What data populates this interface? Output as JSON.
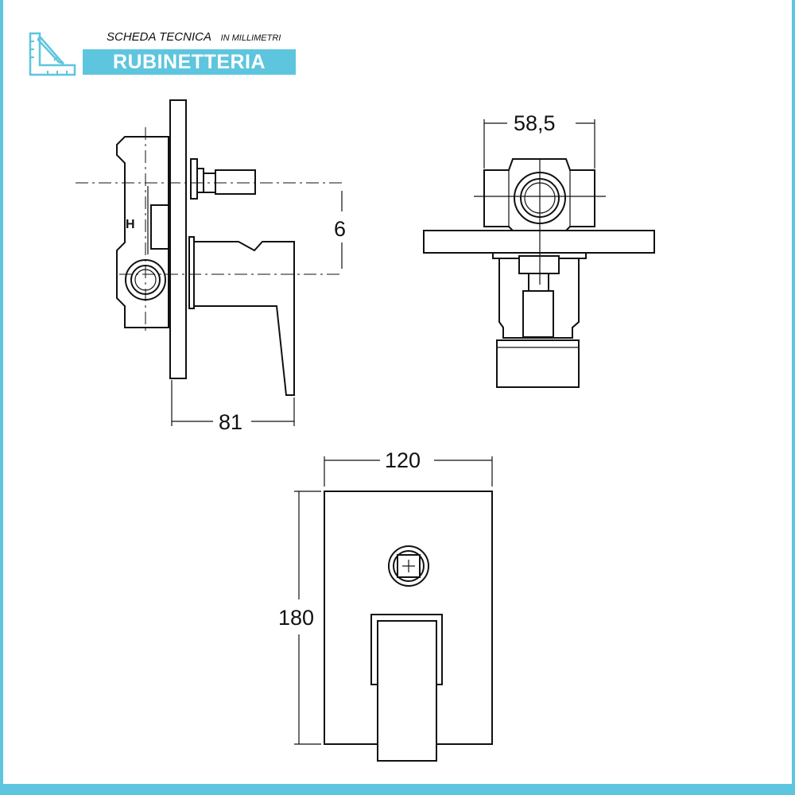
{
  "header": {
    "title": "SCHEDA TECNICA",
    "subtitle": "IN MILLIMETRI",
    "category": "RUBINETTERIA",
    "icon": "ruler-pencil-icon",
    "accent_color": "#5ec5de"
  },
  "side_view": {
    "marker": "H",
    "dim_height": "6",
    "dim_depth": "81"
  },
  "top_view": {
    "dim_width": "58,5"
  },
  "front_view": {
    "dim_width": "120",
    "dim_height": "180"
  }
}
